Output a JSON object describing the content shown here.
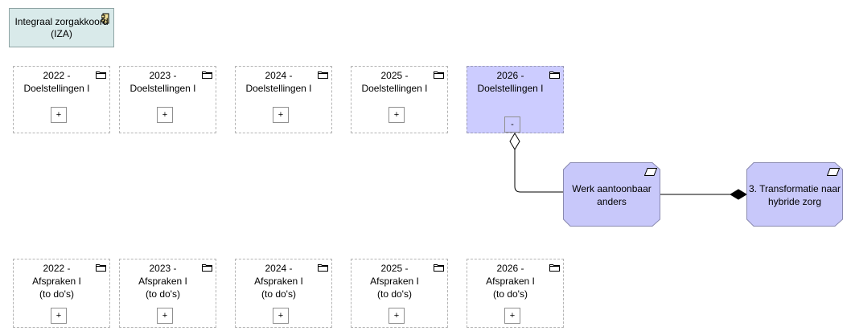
{
  "iza": {
    "label_line1": "Integraal zorgakkoord",
    "label_line2": "(IZA)"
  },
  "doelstellingen": [
    {
      "line1": "2022 -",
      "line2": "Doelstellingen I",
      "toggle": "+"
    },
    {
      "line1": "2023 -",
      "line2": "Doelstellingen I",
      "toggle": "+"
    },
    {
      "line1": "2024 -",
      "line2": "Doelstellingen I",
      "toggle": "+"
    },
    {
      "line1": "2025 -",
      "line2": "Doelstellingen I",
      "toggle": "+"
    },
    {
      "line1": "2026 -",
      "line2": "Doelstellingen I",
      "toggle": "-"
    }
  ],
  "afspraken": [
    {
      "line1": "2022 -",
      "line2": "Afspraken I",
      "line3": "(to do's)",
      "toggle": "+"
    },
    {
      "line1": "2023 -",
      "line2": "Afspraken I",
      "line3": "(to do's)",
      "toggle": "+"
    },
    {
      "line1": "2024 -",
      "line2": "Afspraken I",
      "line3": "(to do's)",
      "toggle": "+"
    },
    {
      "line1": "2025 -",
      "line2": "Afspraken I",
      "line3": "(to do's)",
      "toggle": "+"
    },
    {
      "line1": "2026 -",
      "line2": "Afspraken I",
      "line3": "(to do's)",
      "toggle": "+"
    }
  ],
  "goals": {
    "werk": {
      "line1": "Werk aantoonbaar",
      "line2": "anders"
    },
    "transformatie": {
      "line1": "3. Transformatie naar",
      "line2": "hybride zorg"
    }
  },
  "colors": {
    "active_fill": "#ccccff",
    "goal_fill": "#c8c8fa",
    "iza_fill": "#d9eaea"
  }
}
